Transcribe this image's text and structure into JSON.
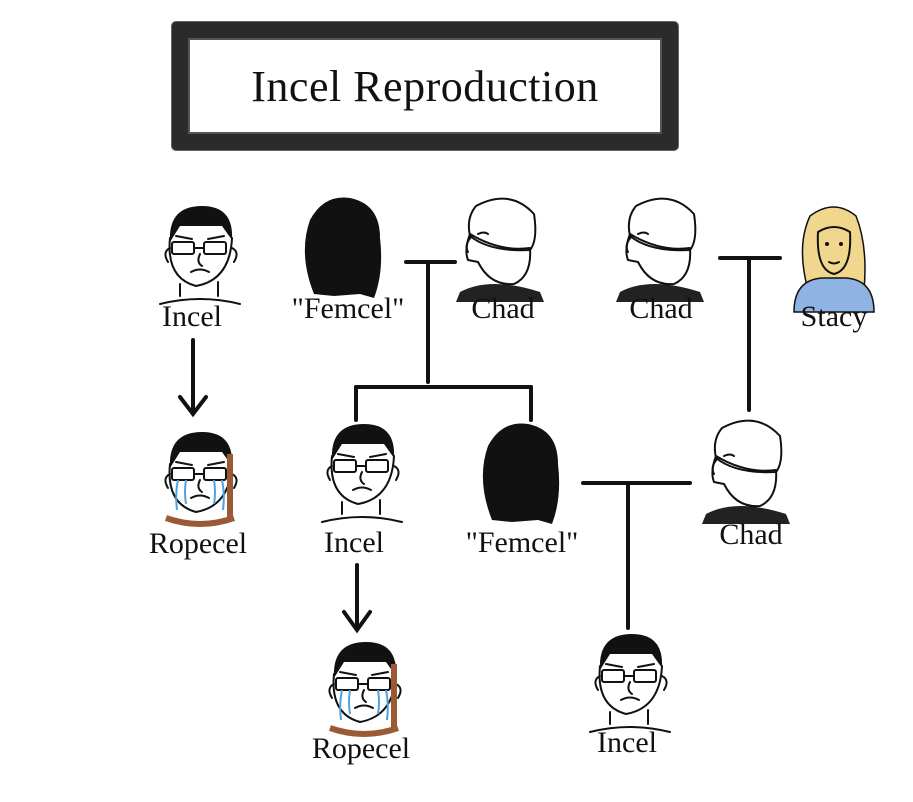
{
  "title": "Incel Reproduction",
  "nodes": [
    {
      "id": "incel-1",
      "label": "Incel",
      "kind": "incel"
    },
    {
      "id": "femcel-1",
      "label": "\"Femcel\"",
      "kind": "femcel"
    },
    {
      "id": "chad-1",
      "label": "Chad",
      "kind": "chad"
    },
    {
      "id": "chad-2",
      "label": "Chad",
      "kind": "chad"
    },
    {
      "id": "stacy-1",
      "label": "Stacy",
      "kind": "stacy"
    },
    {
      "id": "ropecel-1",
      "label": "Ropecel",
      "kind": "ropecel"
    },
    {
      "id": "incel-2",
      "label": "Incel",
      "kind": "incel"
    },
    {
      "id": "femcel-2",
      "label": "\"Femcel\"",
      "kind": "femcel"
    },
    {
      "id": "chad-3",
      "label": "Chad",
      "kind": "chad"
    },
    {
      "id": "ropecel-2",
      "label": "Ropecel",
      "kind": "ropecel"
    },
    {
      "id": "incel-3",
      "label": "Incel",
      "kind": "incel"
    }
  ],
  "edges": [
    {
      "from": "incel-1",
      "to": "ropecel-1",
      "type": "becomes"
    },
    {
      "from": "femcel-1",
      "to": "chad-1",
      "type": "union"
    },
    {
      "from": "chad-2",
      "to": "stacy-1",
      "type": "union"
    },
    {
      "from": "femcel-1+chad-1",
      "to": "incel-2",
      "type": "child"
    },
    {
      "from": "femcel-1+chad-1",
      "to": "femcel-2",
      "type": "child"
    },
    {
      "from": "chad-2+stacy-1",
      "to": "chad-3",
      "type": "child"
    },
    {
      "from": "incel-2",
      "to": "ropecel-2",
      "type": "becomes"
    },
    {
      "from": "femcel-2",
      "to": "chad-3",
      "type": "union"
    },
    {
      "from": "femcel-2+chad-3",
      "to": "incel-3",
      "type": "child"
    }
  ],
  "colors": {
    "line": "#111111",
    "skin": "#ffffff",
    "chad_hair": "#e7c58a",
    "chad_beard": "#d9b06a",
    "stacy_hair": "#f1d68e",
    "stacy_dress": "#8fb4e3",
    "tears": "#4aa3e0",
    "rope": "#9a5a35",
    "hair_dark": "#111111"
  }
}
